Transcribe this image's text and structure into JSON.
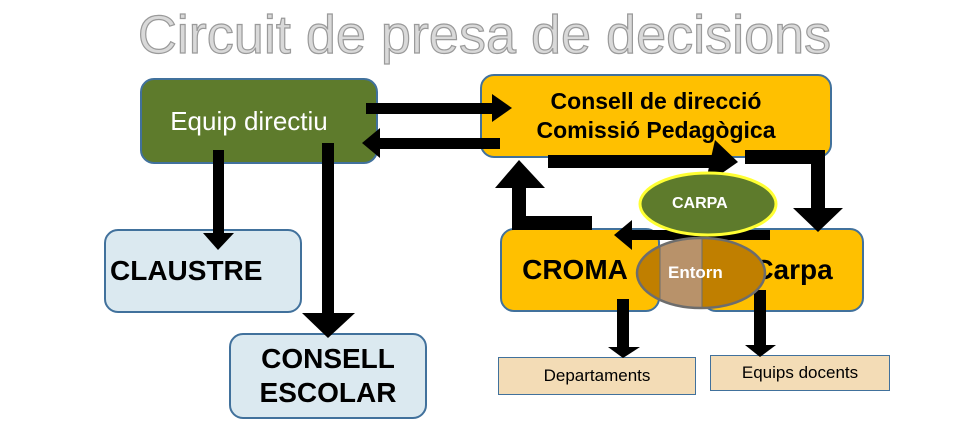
{
  "title": "Circuit de presa de decisions",
  "nodes": {
    "equip_directiu": "Equip directiu",
    "consell_direccio_line1": "Consell de direcció",
    "consell_direccio_line2": "Comissió Pedagògica",
    "claustre": "CLAUSTRE",
    "consell_escolar_line1": "CONSELL",
    "consell_escolar_line2": "ESCOLAR",
    "carpa_ellipse": "CARPA",
    "croma": "CROMA",
    "carpa_box": "Carpa",
    "entorn": "Entorn",
    "departaments": "Departaments",
    "equips_docents": "Equips docents"
  },
  "colors": {
    "green": "#5e7b2c",
    "orange": "#ffc000",
    "light_blue": "#dbe9f0",
    "tan": "#f3dcb6",
    "entorn": "#c07f00"
  }
}
